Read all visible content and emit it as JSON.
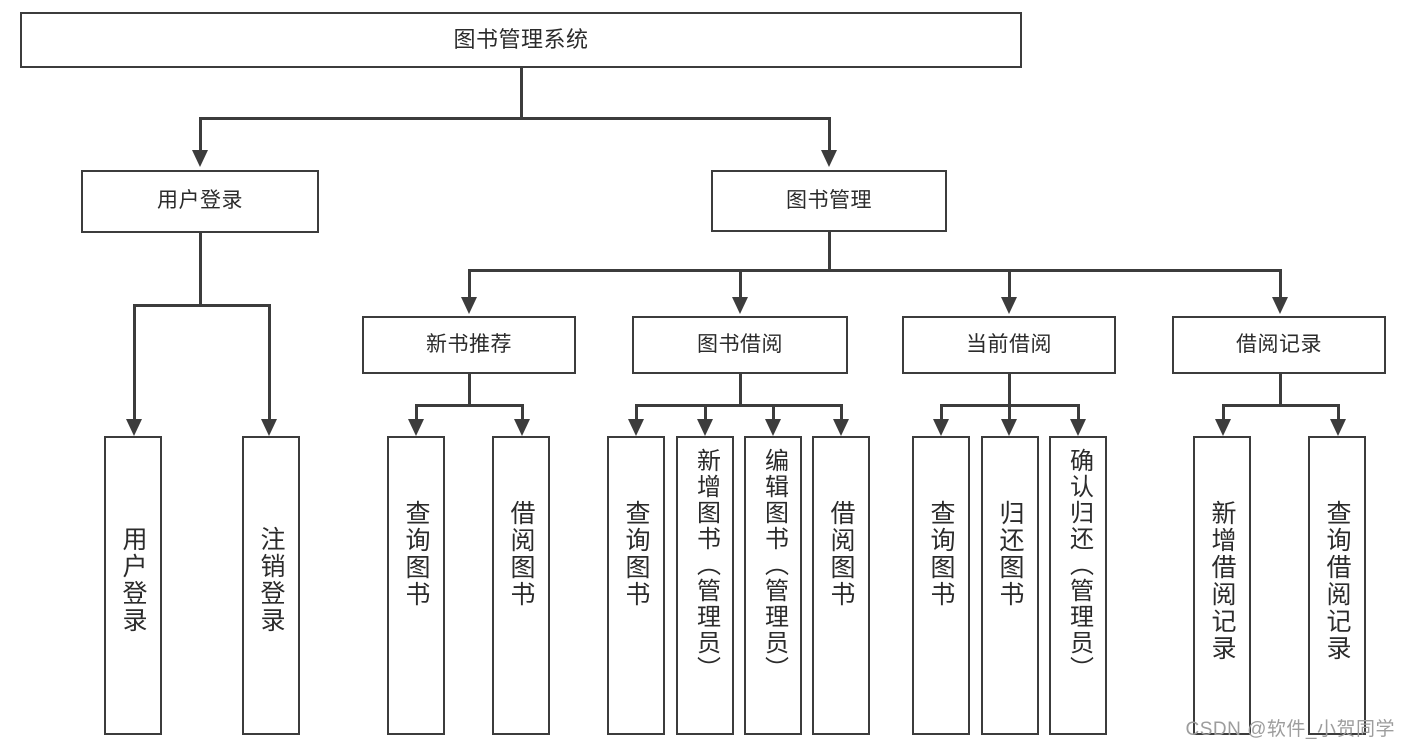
{
  "diagram": {
    "type": "tree-hierarchy-chart",
    "title": "图书管理系统",
    "levels": 4,
    "colors": {
      "box_border": "#3c3c3c",
      "box_fill": "#ffffff",
      "connector": "#3c3c3c",
      "text": "#2b2b2b",
      "watermark": "#9d9d9d",
      "background": "#ffffff"
    },
    "root": {
      "label": "图书管理系统"
    },
    "level2": [
      {
        "id": "user-login",
        "label": "用户登录"
      },
      {
        "id": "book-manage",
        "label": "图书管理"
      }
    ],
    "level3": [
      {
        "id": "new-book-recommend",
        "label": "新书推荐",
        "parent": "book-manage"
      },
      {
        "id": "book-borrow",
        "label": "图书借阅",
        "parent": "book-manage"
      },
      {
        "id": "current-borrow",
        "label": "当前借阅",
        "parent": "book-manage"
      },
      {
        "id": "borrow-record",
        "label": "借阅记录",
        "parent": "book-manage"
      }
    ],
    "leaves": {
      "user-login": [
        {
          "id": "leaf-user-login",
          "label": "用户登录"
        },
        {
          "id": "leaf-logout",
          "label": "注销登录"
        }
      ],
      "new-book-recommend": [
        {
          "id": "leaf-query-book-1",
          "label": "查询图书"
        },
        {
          "id": "leaf-borrow-book-1",
          "label": "借阅图书"
        }
      ],
      "book-borrow": [
        {
          "id": "leaf-query-book-2",
          "label": "查询图书"
        },
        {
          "id": "leaf-add-book",
          "label": "新增图书（管理员）"
        },
        {
          "id": "leaf-edit-book",
          "label": "编辑图书（管理员）"
        },
        {
          "id": "leaf-borrow-book-2",
          "label": "借阅图书"
        }
      ],
      "current-borrow": [
        {
          "id": "leaf-query-book-3",
          "label": "查询图书"
        },
        {
          "id": "leaf-return-book",
          "label": "归还图书"
        },
        {
          "id": "leaf-confirm-return",
          "label": "确认归还（管理员）"
        }
      ],
      "borrow-record": [
        {
          "id": "leaf-add-record",
          "label": "新增借阅记录"
        },
        {
          "id": "leaf-query-record",
          "label": "查询借阅记录"
        }
      ]
    }
  },
  "watermark": {
    "text": "CSDN @软件_小贺同学"
  }
}
